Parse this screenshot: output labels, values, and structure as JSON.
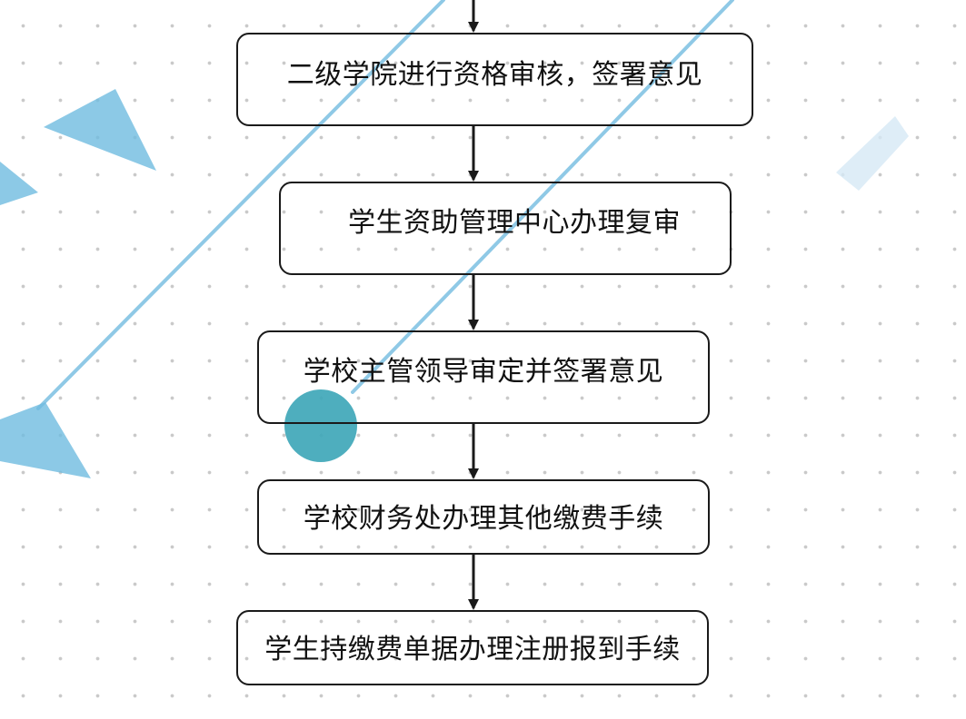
{
  "flowchart": {
    "steps": [
      {
        "label": "二级学院进行资格审核，签署意见"
      },
      {
        "label": "学生资助管理中心办理复审"
      },
      {
        "label": "学校主管领导审定并签署意见"
      },
      {
        "label": "学校财务处办理其他缴费手续"
      },
      {
        "label": "学生持缴费单据办理注册报到手续"
      }
    ]
  },
  "colors": {
    "decor_blue": "#6fbbe0",
    "decor_teal": "#3fa7b8",
    "line": "#1a1a1a"
  }
}
